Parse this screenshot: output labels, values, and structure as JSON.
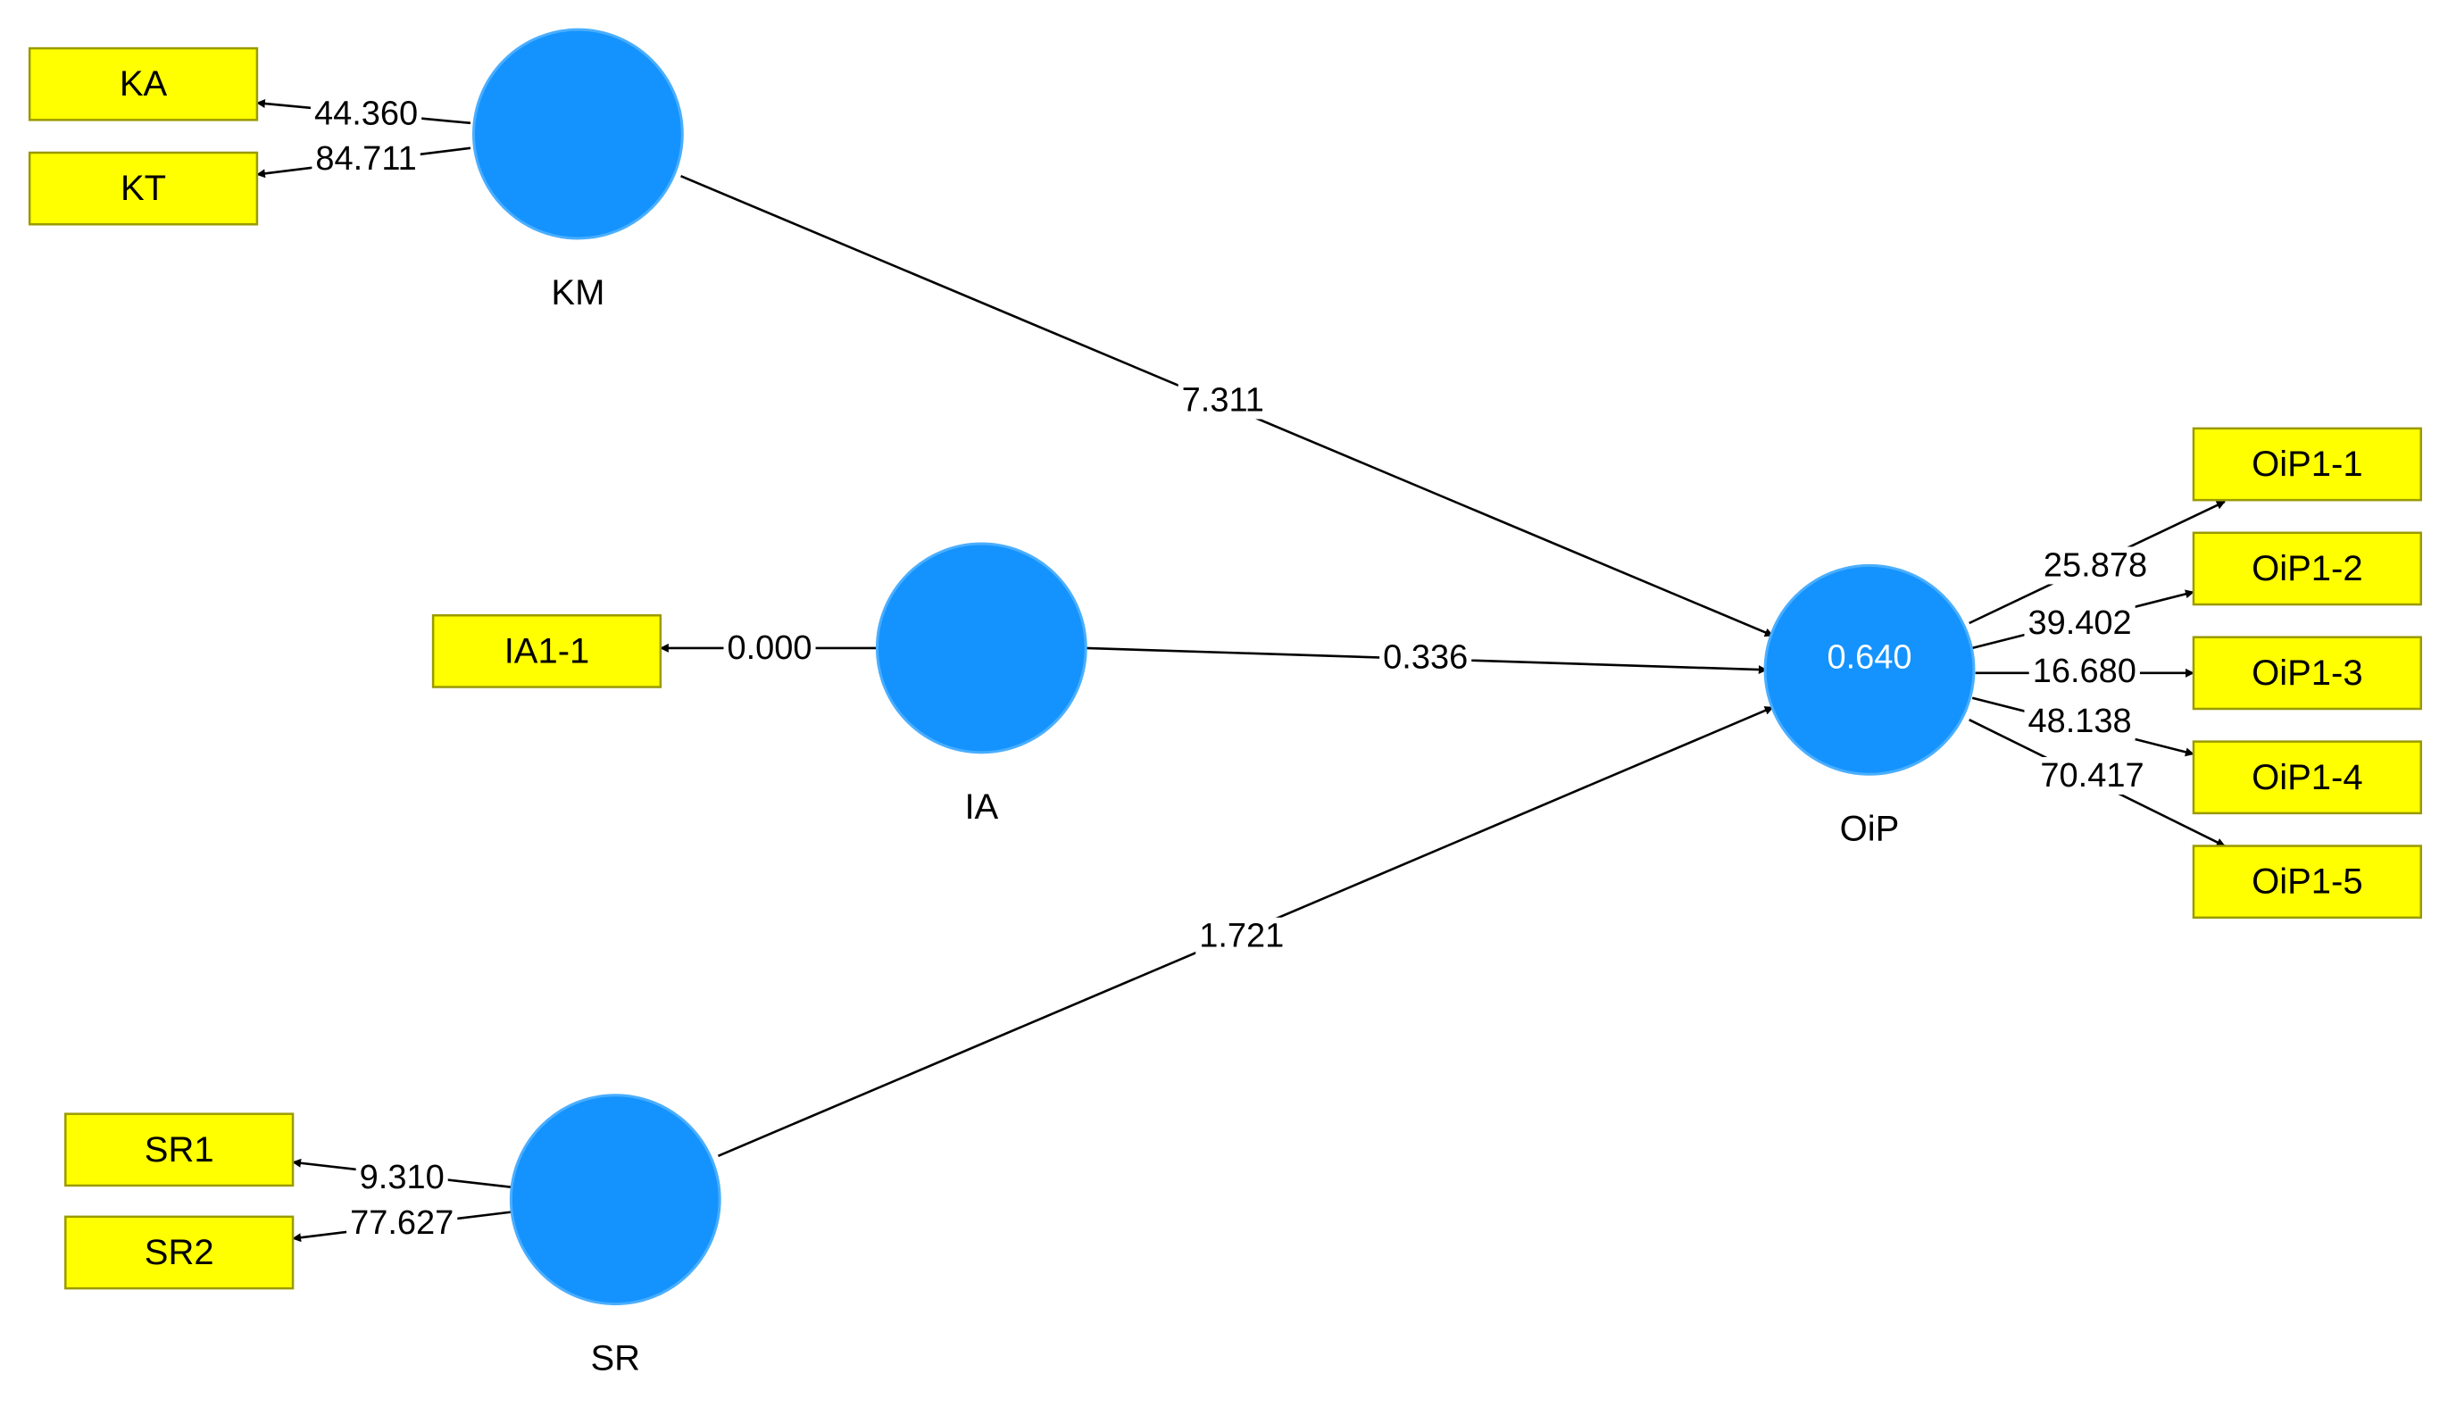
{
  "colors": {
    "latent_fill": "#1493FF",
    "latent_stroke": "#4AAEFF",
    "indicator_fill": "#FFFF00",
    "indicator_stroke": "#9A9A00",
    "line": "#000000"
  },
  "latent_variables": [
    {
      "id": "KM",
      "label": "KM",
      "value": ""
    },
    {
      "id": "IA",
      "label": "IA",
      "value": ""
    },
    {
      "id": "SR",
      "label": "SR",
      "value": ""
    },
    {
      "id": "OiP",
      "label": "OiP",
      "value": "0.640"
    }
  ],
  "indicators": [
    {
      "id": "KA",
      "label": "KA"
    },
    {
      "id": "KT",
      "label": "KT"
    },
    {
      "id": "IA1-1",
      "label": "IA1-1"
    },
    {
      "id": "SR1",
      "label": "SR1"
    },
    {
      "id": "SR2",
      "label": "SR2"
    },
    {
      "id": "OiP1-1",
      "label": "OiP1-1"
    },
    {
      "id": "OiP1-2",
      "label": "OiP1-2"
    },
    {
      "id": "OiP1-3",
      "label": "OiP1-3"
    },
    {
      "id": "OiP1-4",
      "label": "OiP1-4"
    },
    {
      "id": "OiP1-5",
      "label": "OiP1-5"
    }
  ],
  "paths": [
    {
      "from": "KM",
      "to": "OiP",
      "value": "7.311"
    },
    {
      "from": "IA",
      "to": "OiP",
      "value": "0.336"
    },
    {
      "from": "SR",
      "to": "OiP",
      "value": "1.721"
    }
  ],
  "loadings": [
    {
      "latent": "KM",
      "indicator": "KA",
      "value": "44.360"
    },
    {
      "latent": "KM",
      "indicator": "KT",
      "value": "84.711"
    },
    {
      "latent": "IA",
      "indicator": "IA1-1",
      "value": "0.000"
    },
    {
      "latent": "SR",
      "indicator": "SR1",
      "value": "9.310"
    },
    {
      "latent": "SR",
      "indicator": "SR2",
      "value": "77.627"
    },
    {
      "latent": "OiP",
      "indicator": "OiP1-1",
      "value": "25.878"
    },
    {
      "latent": "OiP",
      "indicator": "OiP1-2",
      "value": "39.402"
    },
    {
      "latent": "OiP",
      "indicator": "OiP1-3",
      "value": "16.680"
    },
    {
      "latent": "OiP",
      "indicator": "OiP1-4",
      "value": "48.138"
    },
    {
      "latent": "OiP",
      "indicator": "OiP1-5",
      "value": "70.417"
    }
  ]
}
